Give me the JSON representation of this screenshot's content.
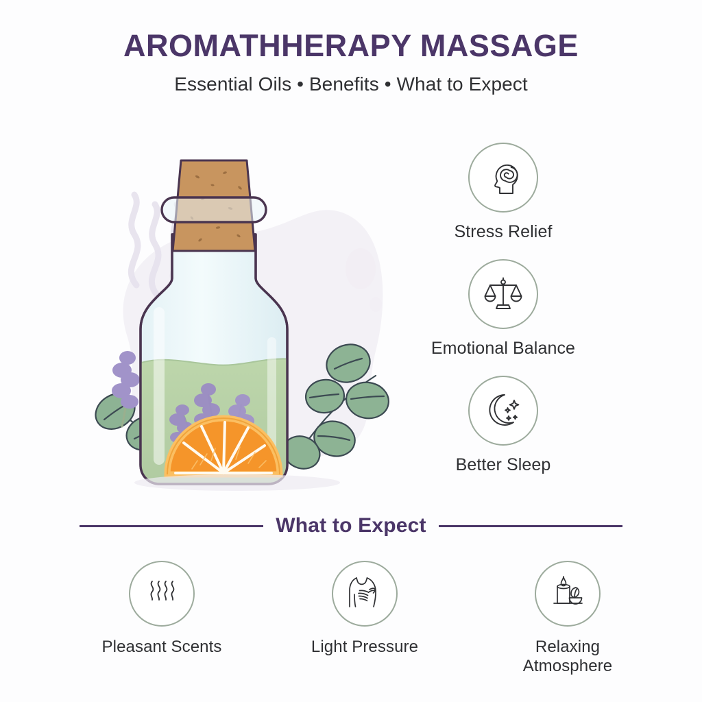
{
  "header": {
    "title": "AROMATHHERAPY MASSAGE",
    "subtitle": "Essential Oils • Benefits • What to Expect"
  },
  "colors": {
    "heading_purple": "#4b3668",
    "body_text": "#2f3033",
    "circle_outline": "#9dab9d",
    "bottle_outline": "#4a3550",
    "bottle_glass": "#e8f5f7",
    "oil_green": "#b6cfa5",
    "cork_brown": "#c8955f",
    "lavender_purple": "#9b8cc4",
    "leaf_green": "#8db394",
    "orange": "#f5952a",
    "background": "#fdfdfe"
  },
  "illustration": {
    "name": "essential-oil-bottle-illustration",
    "elements": [
      "steam-wisps",
      "cork-stopper",
      "glass-bottle",
      "green-oil",
      "lavender-sprigs",
      "eucalyptus-leaves",
      "orange-slice",
      "background-blob"
    ]
  },
  "benefits": [
    {
      "icon": "head-spiral-icon",
      "label": "Stress Relief"
    },
    {
      "icon": "balance-scales-icon",
      "label": "Emotional Balance"
    },
    {
      "icon": "crescent-moon-stars-icon",
      "label": "Better Sleep"
    }
  ],
  "section": {
    "title": "What to Expect"
  },
  "expect": [
    {
      "icon": "vapor-waves-icon",
      "label_line1": "Pleasant Scents",
      "label_line2": ""
    },
    {
      "icon": "massage-hands-back-icon",
      "label_line1": "Light Pressure",
      "label_line2": ""
    },
    {
      "icon": "candle-leaf-bowl-icon",
      "label_line1": "Relaxing",
      "label_line2": "Atmosphere"
    }
  ]
}
